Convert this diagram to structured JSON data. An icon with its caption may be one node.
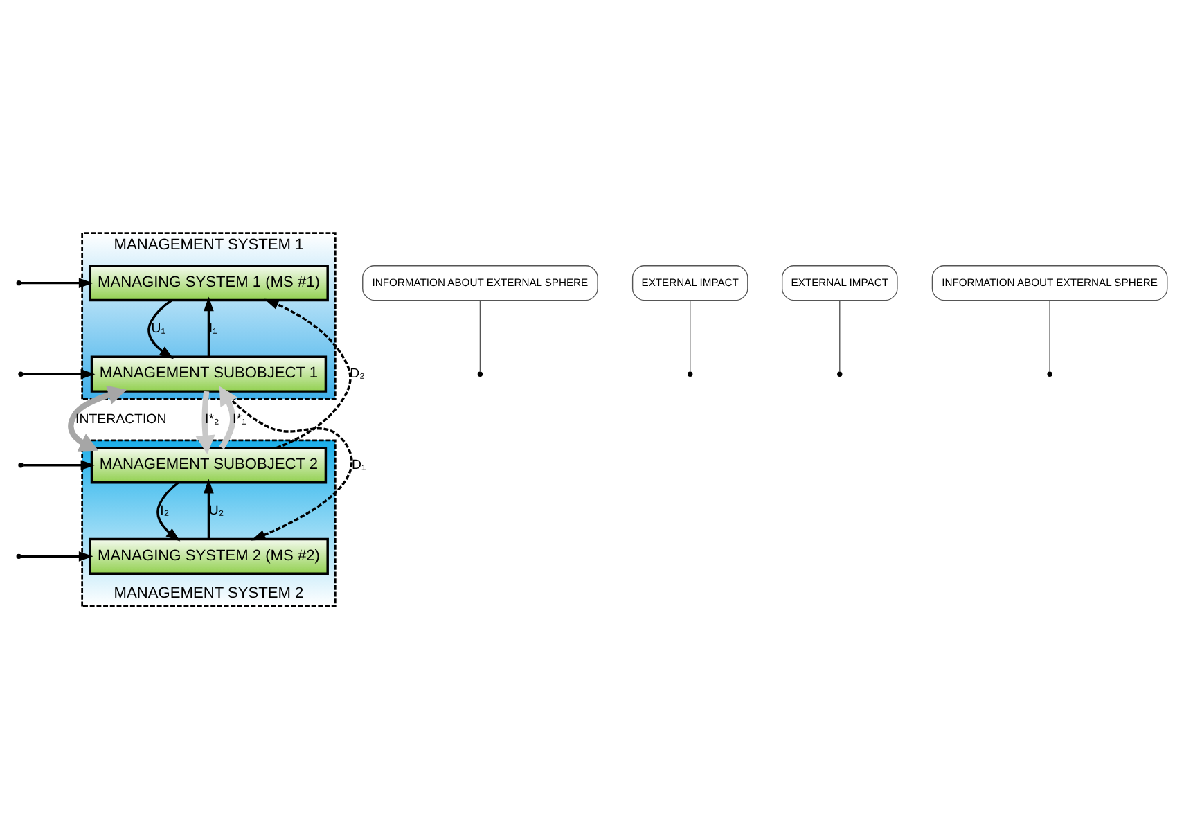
{
  "diagram": {
    "nodes": [
      {
        "text": [
          "MANAGEMENT SYSTEM 1"
        ]
      },
      {
        "text": [
          "MANAGING SYSTEM 1 (MS #1)"
        ],
        "in": 0
      },
      {
        "text": [
          "MANAGEMENT SUBOBJECT 1"
        ],
        "in": 0
      },
      {
        "text": [
          "INFORMATION ABOUT EXTERNAL SPHERE"
        ]
      },
      {
        "text": [
          "EXTERNAL IMPACT"
        ]
      },
      {
        "text": [
          "MANAGEMENT SYSTEM 2"
        ]
      },
      {
        "text": [
          "MANAGEMENT SUBOBJECT 2"
        ],
        "in": 5
      },
      {
        "text": [
          "EXTERNAL IMPACT"
        ]
      },
      {
        "text": [
          "INFORMATION ABOUT EXTERNAL SPHERE"
        ]
      },
      {
        "text": [
          "MANAGING SYSTEM 2 (MS #2)"
        ],
        "in": 5
      }
    ],
    "edges": [
      {
        "from": 1,
        "to": 2,
        "arrow": "to",
        "label": "U₁"
      },
      {
        "from": 2,
        "to": 1,
        "arrow": "to",
        "label": "I₁"
      },
      {
        "from": 6,
        "to": 1,
        "arrow": "to",
        "label": "D₂",
        "style": "dashed"
      },
      {
        "from": null,
        "to": 1,
        "arrow": "to"
      },
      {
        "from": 2,
        "to": 9,
        "arrow": "to",
        "label": "D₁",
        "style": "dashed"
      },
      {
        "from": null,
        "to": 9,
        "arrow": "to"
      },
      {
        "from": null,
        "to": 6,
        "arrow": "to"
      },
      {
        "from": null,
        "to": 2,
        "arrow": "to"
      },
      {
        "from": 2,
        "to": 6,
        "arrow": "both",
        "label": "INTERACTION",
        "style": "thick",
        "color": "#a6a6a6"
      },
      {
        "from": 6,
        "to": 2,
        "arrow": "to",
        "label": "I*₁",
        "style": "thick",
        "color": "#c8c8c8"
      },
      {
        "from": 2,
        "to": 6,
        "arrow": "to",
        "label": "I*₂",
        "style": "thick",
        "color": "#c8c8c8"
      },
      {
        "from": 6,
        "to": 9,
        "arrow": "to",
        "label": "I₂"
      },
      {
        "from": 9,
        "to": 6,
        "arrow": "to",
        "label": "U₂"
      },
      {
        "from": 3,
        "to": null,
        "arrow": "none"
      },
      {
        "from": 4,
        "to": null,
        "arrow": "none"
      },
      {
        "from": 7,
        "to": null,
        "arrow": "none"
      },
      {
        "from": 8,
        "to": null,
        "arrow": "none"
      }
    ]
  }
}
